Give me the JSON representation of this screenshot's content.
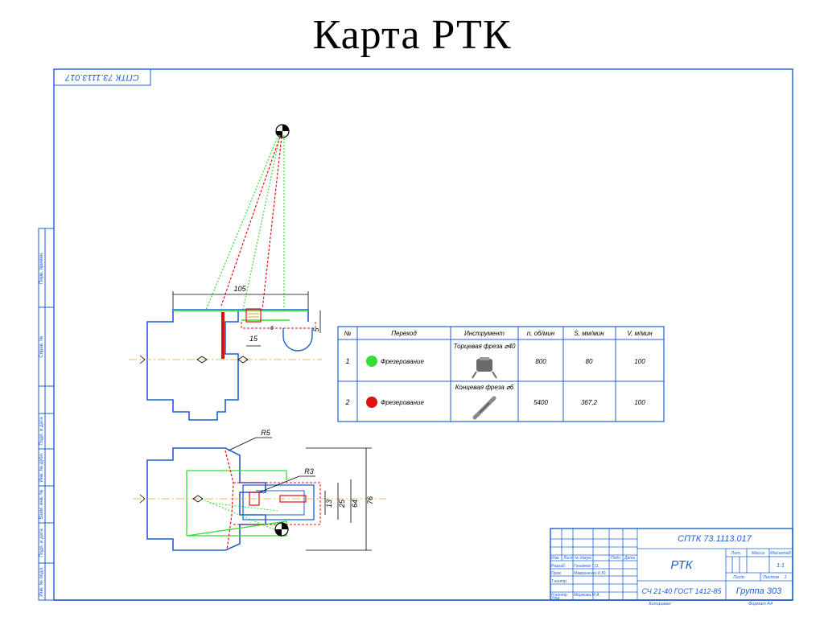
{
  "title": "Карта РТК",
  "stamp_rotated": "СПТК 73.1113.017",
  "side_labels": [
    "Перв. примен.",
    "Справ. №",
    "Подп. и дата",
    "Инв. № дубл.",
    "Взам. инв. №",
    "Подп. и дата",
    "Инв. № подл."
  ],
  "drawing": {
    "dim_105": "105",
    "dim_15": "15",
    "dim_5": "5",
    "dim_6": "6",
    "radius_r5": "R5",
    "radius_r3": "R3",
    "dim_13": "13",
    "dim_25": "25",
    "dim_64": "64",
    "dim_76": "76"
  },
  "operations": {
    "headers": [
      "№",
      "Переход",
      "Инструмент",
      "n, об/мин",
      "S, мм/мин",
      "V, м/мин"
    ],
    "rows": [
      {
        "num": "1",
        "marker_color": "#35dd35",
        "operation": "Фрезерование",
        "tool": "Торцевая фреза ⌀40",
        "tool_icon": "face-mill-icon",
        "n": "800",
        "s": "80",
        "v": "100"
      },
      {
        "num": "2",
        "marker_color": "#e01010",
        "operation": "Фрезерование",
        "tool": "Концевая фреза ⌀6",
        "tool_icon": "end-mill-icon",
        "n": "5400",
        "s": "367,2",
        "v": "100"
      }
    ]
  },
  "title_block": {
    "doc_code": "СПТК 73.1113.017",
    "name": "РТК",
    "material": "СЧ 21-40 ГОСТ 1412-85",
    "group": "Группа 303",
    "col_lit": "Лит.",
    "col_mass": "Масса",
    "col_scale": "Масштаб",
    "scale_value": "1:1",
    "sheet": "Лист",
    "sheets": "Листов",
    "sheets_count": "1",
    "copied": "Копировал",
    "format": "Формат А4",
    "header_row": [
      "Изм.",
      "Лист",
      "№ докум.",
      "Подп.",
      "Дата"
    ],
    "roles": [
      "Разраб.",
      "Пров.",
      "Т.контр.",
      "",
      "Н.контр.",
      "Утв."
    ],
    "people": [
      "Гонгачев Т.О.",
      "Мавриненко К.Ю.",
      "",
      "",
      "Моржова М.А.",
      ""
    ]
  },
  "colors": {
    "blue": "#1f5fd0",
    "green": "#35dd35",
    "red": "#e01010",
    "orange": "#e8a020"
  }
}
